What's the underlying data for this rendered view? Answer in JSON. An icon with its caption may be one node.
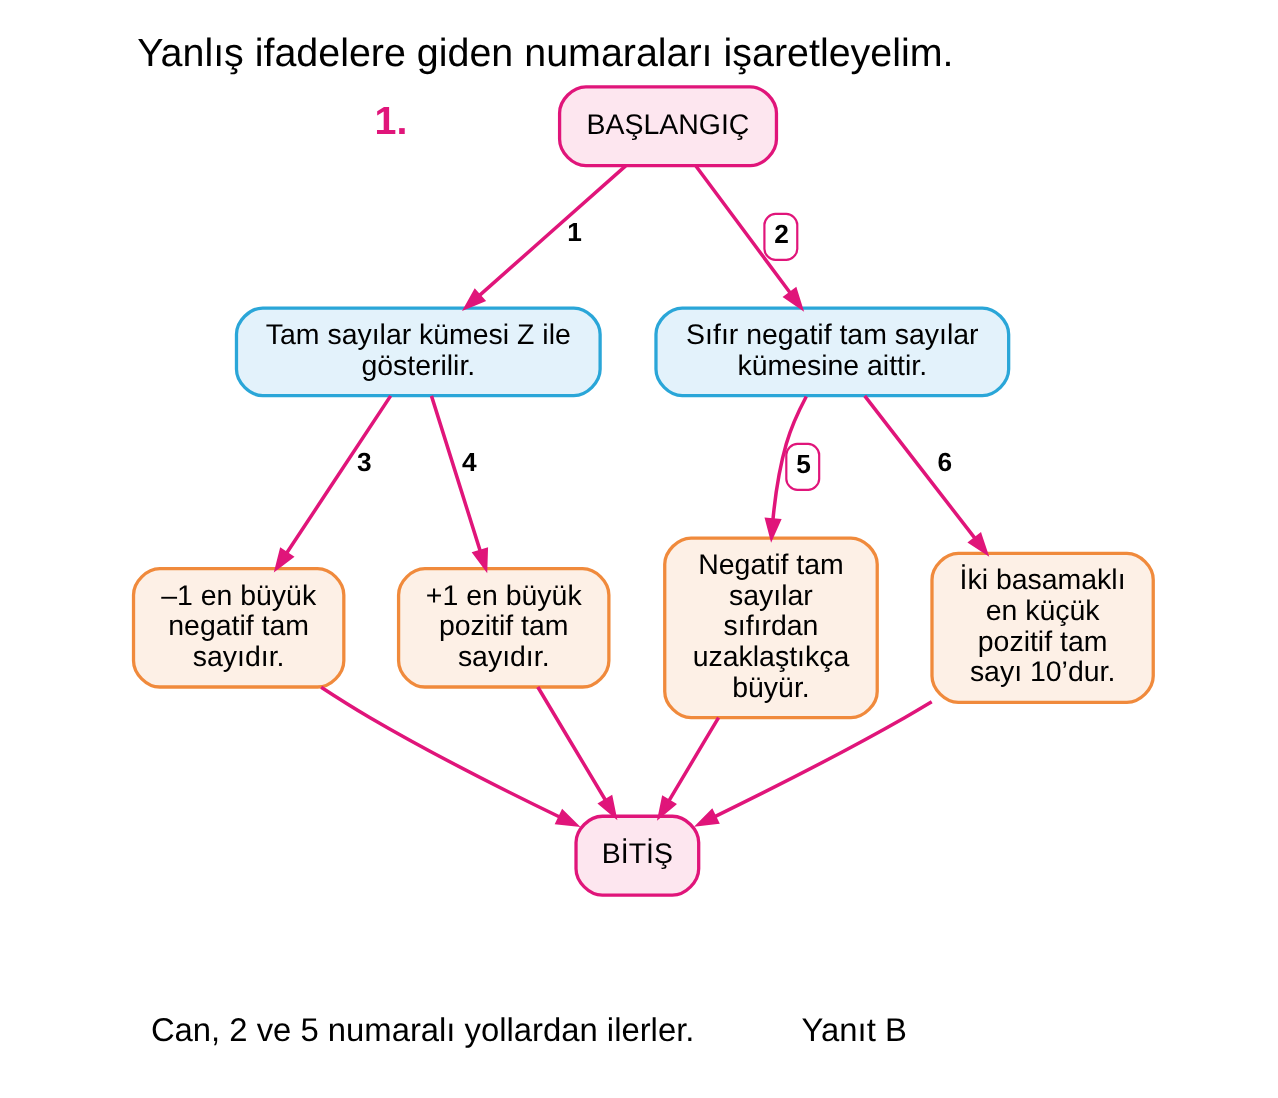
{
  "diagram": {
    "title": "Yanlış ifadelere giden numaraları işaretleyelim.",
    "nodes": [
      {
        "text": [
          "BAŞLANGIÇ"
        ]
      },
      {
        "text": [
          "Tam sayılar kümesi Z ile gösterilir."
        ]
      },
      {
        "text": [
          "Sıfır negatif tam sayılar kümesine aittir."
        ]
      },
      {
        "text": [
          "–1 en büyük negatif tam sayıdır."
        ]
      },
      {
        "text": [
          "+1 en büyük pozitif tam sayıdır."
        ]
      },
      {
        "text": [
          "Negatif tam sayılar sıfırdan uzaklaştıkça büyür."
        ]
      },
      {
        "text": [
          "İki basamaklı en küçük pozitif tam sayı 10’dur."
        ]
      },
      {
        "text": [
          "BİTİŞ"
        ]
      }
    ],
    "edges": [
      {
        "from": 0,
        "to": 1,
        "arrow": "to",
        "label": "1"
      },
      {
        "from": 0,
        "to": 2,
        "arrow": "to",
        "label": "2"
      },
      {
        "from": 1,
        "to": 3,
        "arrow": "to",
        "label": "3"
      },
      {
        "from": 1,
        "to": 4,
        "arrow": "to",
        "label": "4"
      },
      {
        "from": 2,
        "to": 5,
        "arrow": "to",
        "label": "5"
      },
      {
        "from": 2,
        "to": 6,
        "arrow": "to",
        "label": "6"
      },
      {
        "from": 3,
        "to": 7,
        "arrow": "to"
      },
      {
        "from": 4,
        "to": 7,
        "arrow": "to"
      },
      {
        "from": 5,
        "to": 7,
        "arrow": "to"
      },
      {
        "from": 6,
        "to": 7,
        "arrow": "to"
      }
    ],
    "labels": [
      "1.",
      "Can, 2 ve 5 numaralı yollardan ilerler.",
      "Yanıt B"
    ]
  }
}
